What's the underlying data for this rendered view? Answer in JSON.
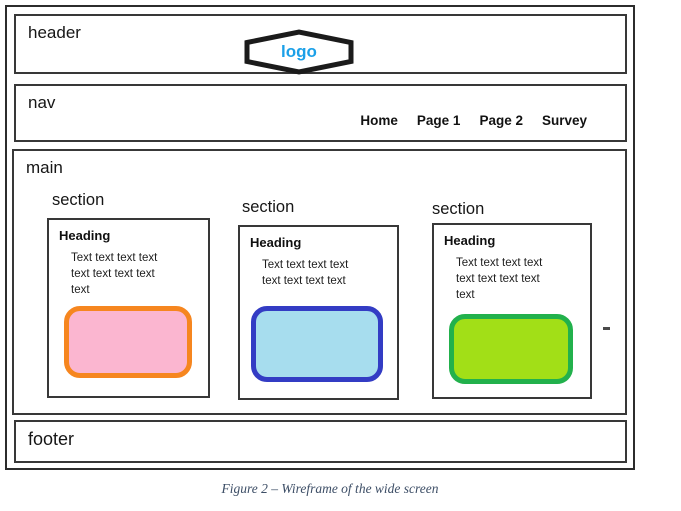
{
  "caption": {
    "text": "Figure 2 – Wireframe of the wide screen",
    "color": "#3d4e66"
  },
  "wireframe": {
    "header": {
      "label": "header",
      "logo_text": "logo",
      "logo_color": "#1ba0e8"
    },
    "nav": {
      "label": "nav",
      "items": [
        "Home",
        "Page 1",
        "Page 2",
        "Survey"
      ]
    },
    "main": {
      "label": "main",
      "sections": [
        {
          "label": "section",
          "heading": "Heading",
          "body": "Text text text text\ntext text text text\ntext",
          "box_fill": "#fbb6d0",
          "box_border": "#f6861f"
        },
        {
          "label": "section",
          "heading": "Heading",
          "body": "Text text text text\ntext text text text",
          "box_fill": "#a7ddee",
          "box_border": "#333cc4"
        },
        {
          "label": "section",
          "heading": "Heading",
          "body": "Text text text text\ntext text text text\ntext",
          "box_fill": "#a2df17",
          "box_border": "#22b14c"
        }
      ]
    },
    "footer": {
      "label": "footer"
    }
  }
}
